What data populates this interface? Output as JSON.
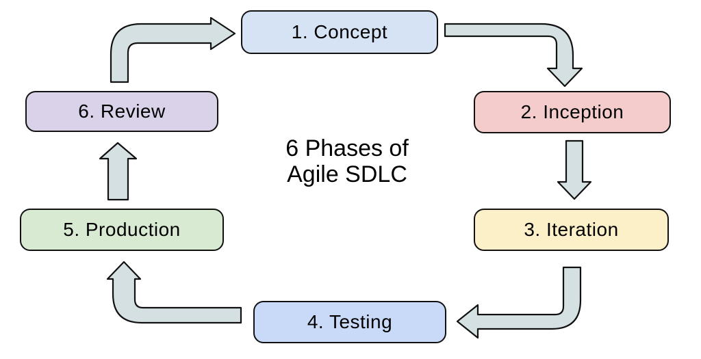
{
  "title": {
    "line1": "6 Phases of",
    "line2": "Agile SDLC"
  },
  "phases": [
    {
      "label": "1. Concept",
      "fill": "#d6e3f4"
    },
    {
      "label": "2. Inception",
      "fill": "#f4cccc"
    },
    {
      "label": "3. Iteration",
      "fill": "#fbf0c8"
    },
    {
      "label": "4. Testing",
      "fill": "#c9daf8"
    },
    {
      "label": "5. Production",
      "fill": "#d9ead3"
    },
    {
      "label": "6. Review",
      "fill": "#d9d2e9"
    }
  ],
  "cycle_order": [
    "1. Concept",
    "2. Inception",
    "3. Iteration",
    "4. Testing",
    "5. Production",
    "6. Review"
  ],
  "colors": {
    "arrow_fill": "#d4e0e2",
    "arrow_stroke": "#111111",
    "box_border": "#111111",
    "background": "#ffffff",
    "text": "#000000"
  }
}
